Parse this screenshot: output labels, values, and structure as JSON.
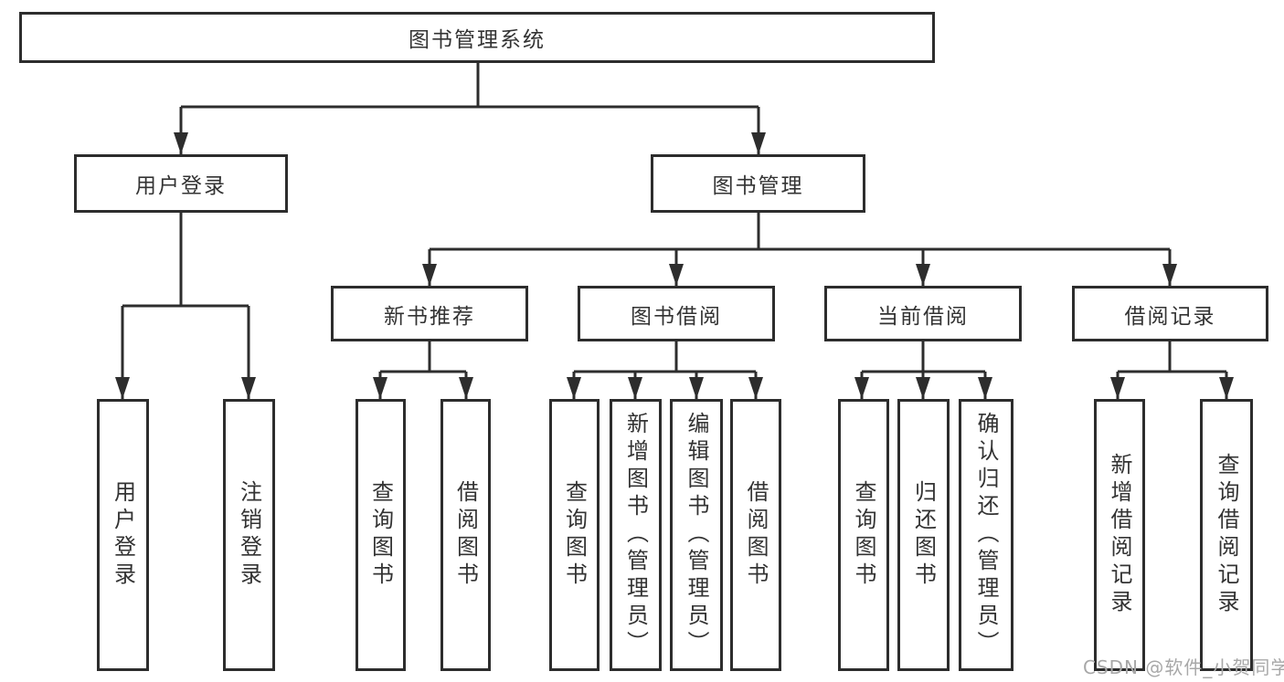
{
  "diagram": {
    "title": "图书管理系统",
    "tree": {
      "label": "图书管理系统",
      "children": [
        {
          "label": "用户登录",
          "children": [
            {
              "label": "用户登录"
            },
            {
              "label": "注销登录"
            }
          ]
        },
        {
          "label": "图书管理",
          "children": [
            {
              "label": "新书推荐",
              "children": [
                {
                  "label": "查询图书"
                },
                {
                  "label": "借阅图书"
                }
              ]
            },
            {
              "label": "图书借阅",
              "children": [
                {
                  "label": "查询图书"
                },
                {
                  "label": "新增图书（管理员）"
                },
                {
                  "label": "编辑图书（管理员）"
                },
                {
                  "label": "借阅图书"
                }
              ]
            },
            {
              "label": "当前借阅",
              "children": [
                {
                  "label": "查询图书"
                },
                {
                  "label": "归还图书"
                },
                {
                  "label": "确认归还（管理员）"
                }
              ]
            },
            {
              "label": "借阅记录",
              "children": [
                {
                  "label": "新增借阅记录"
                },
                {
                  "label": "查询借阅记录"
                }
              ]
            }
          ]
        }
      ]
    },
    "colors": {
      "line": "#2d2d2d",
      "border": "#2d2d2d",
      "text": "#333333",
      "background": "#ffffff",
      "watermark": "#a8a8a8"
    }
  },
  "watermark": {
    "text": "CSDN @软件_小贺同学"
  }
}
